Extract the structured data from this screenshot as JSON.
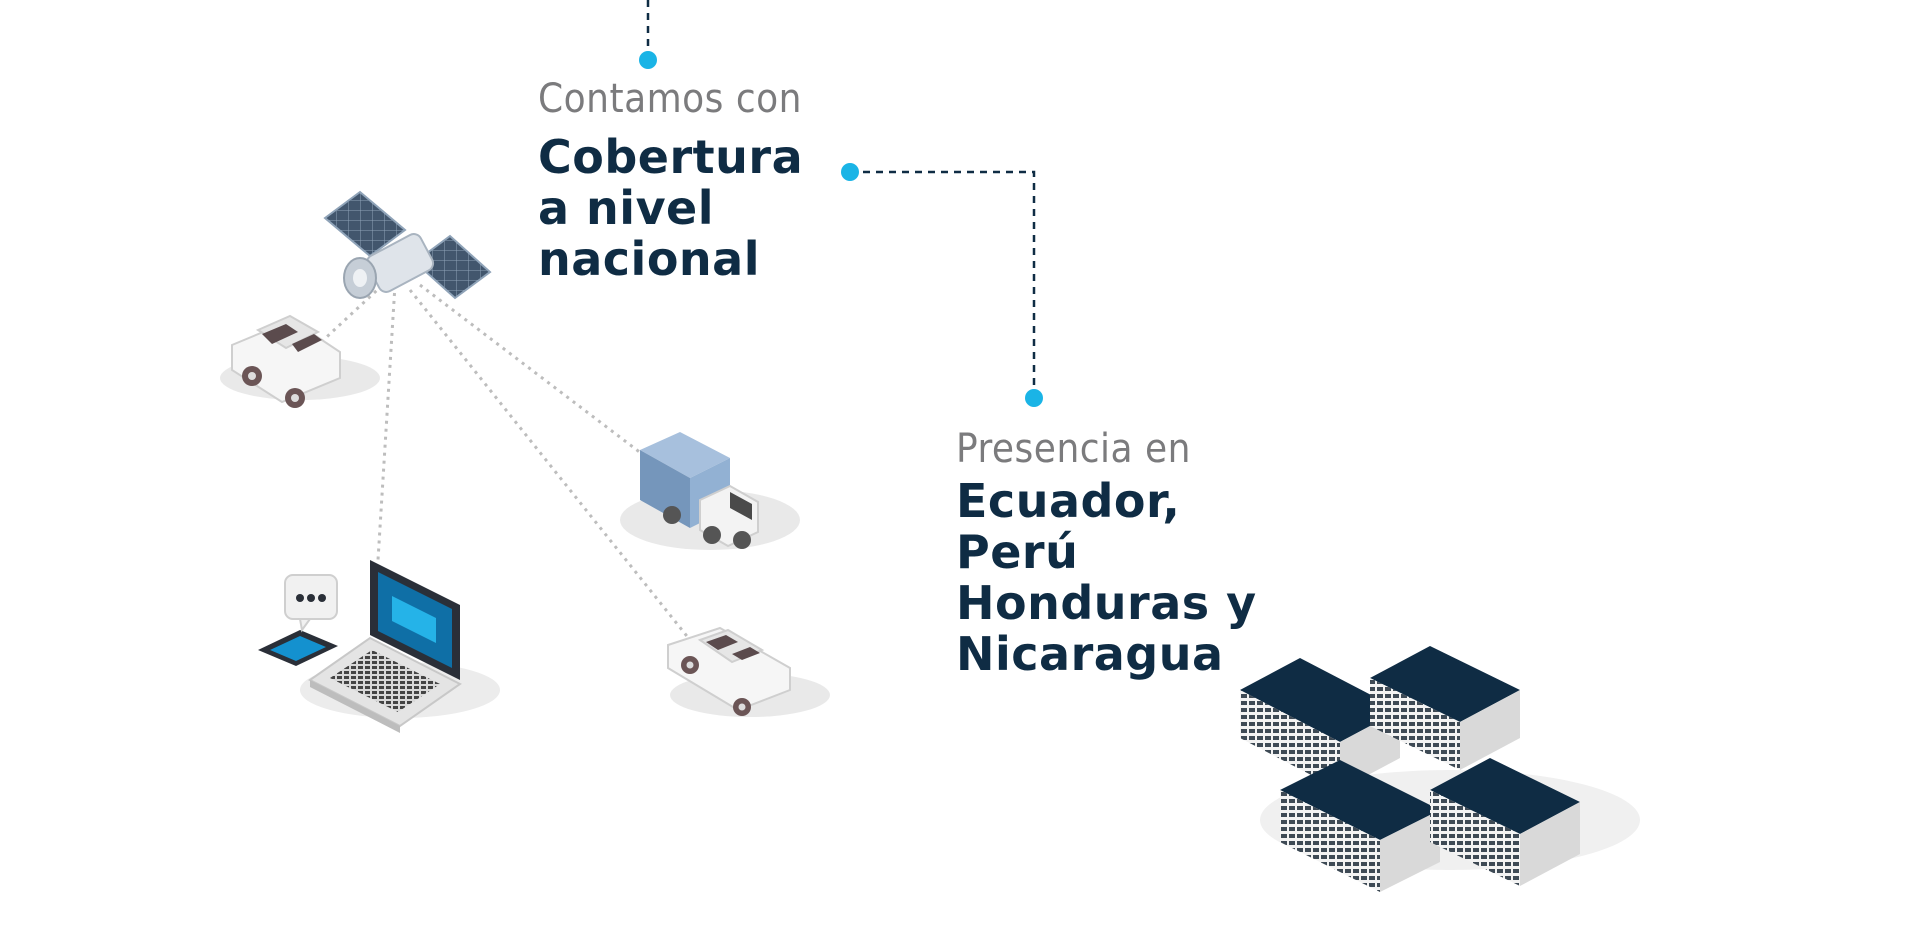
{
  "colors": {
    "accent": "#1ab4e6",
    "navy": "#0f2c44",
    "grey_text": "#7b7b7d",
    "link_dashes": "#b9b9b9"
  },
  "coverage": {
    "lead": "Contamos con",
    "headline_lines": [
      "Cobertura",
      "a nivel",
      "nacional"
    ]
  },
  "presence": {
    "lead": "Presencia en",
    "headline_lines": [
      "Ecuador,",
      "Perú",
      "Honduras y",
      "Nicaragua"
    ]
  },
  "icons": [
    "satellite-icon",
    "car-icon",
    "truck-icon",
    "laptop-icon",
    "tablet-icon",
    "chat-bubble-icon",
    "office-buildings-icon"
  ]
}
